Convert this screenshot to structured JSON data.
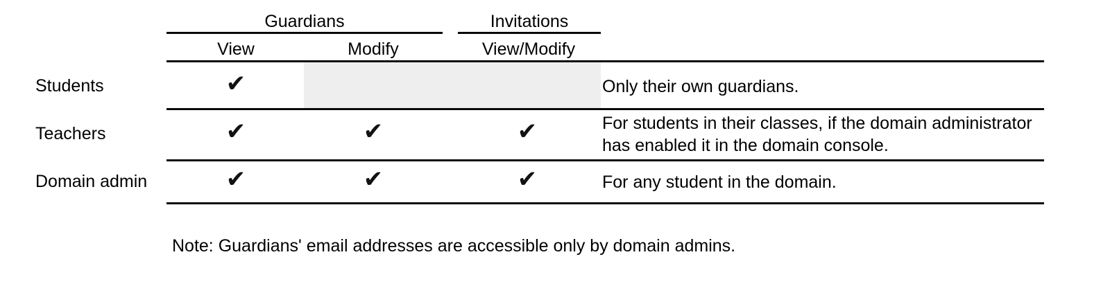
{
  "table": {
    "group_headers": [
      {
        "label": "Guardians",
        "spans": [
          "View",
          "Modify"
        ]
      },
      {
        "label": "Invitations",
        "spans": [
          "View/Modify"
        ]
      }
    ],
    "column_headers": [
      "View",
      "Modify",
      "View/Modify"
    ],
    "row_label_header": "",
    "rows": [
      {
        "label": "Students",
        "cells": [
          {
            "state": "checked",
            "mark": "✔"
          },
          {
            "state": "not-applicable",
            "mark": ""
          },
          {
            "state": "not-applicable",
            "mark": ""
          }
        ],
        "description": "Only their own guardians."
      },
      {
        "label": "Teachers",
        "cells": [
          {
            "state": "checked",
            "mark": "✔"
          },
          {
            "state": "checked",
            "mark": "✔"
          },
          {
            "state": "checked",
            "mark": "✔"
          }
        ],
        "description": "For students in their classes, if the domain administrator has enabled it in the domain console."
      },
      {
        "label": "Domain admin",
        "cells": [
          {
            "state": "checked",
            "mark": "✔"
          },
          {
            "state": "checked",
            "mark": "✔"
          },
          {
            "state": "checked",
            "mark": "✔"
          }
        ],
        "description": "For any student in the domain."
      }
    ]
  },
  "footnote": "Note: Guardians' email addresses are accessible only by domain admins.",
  "colors": {
    "background": "#ffffff",
    "text": "#000000",
    "rule": "#0a0a0a",
    "shaded_cell": "#eeeeee",
    "checkmark": "#121212"
  }
}
